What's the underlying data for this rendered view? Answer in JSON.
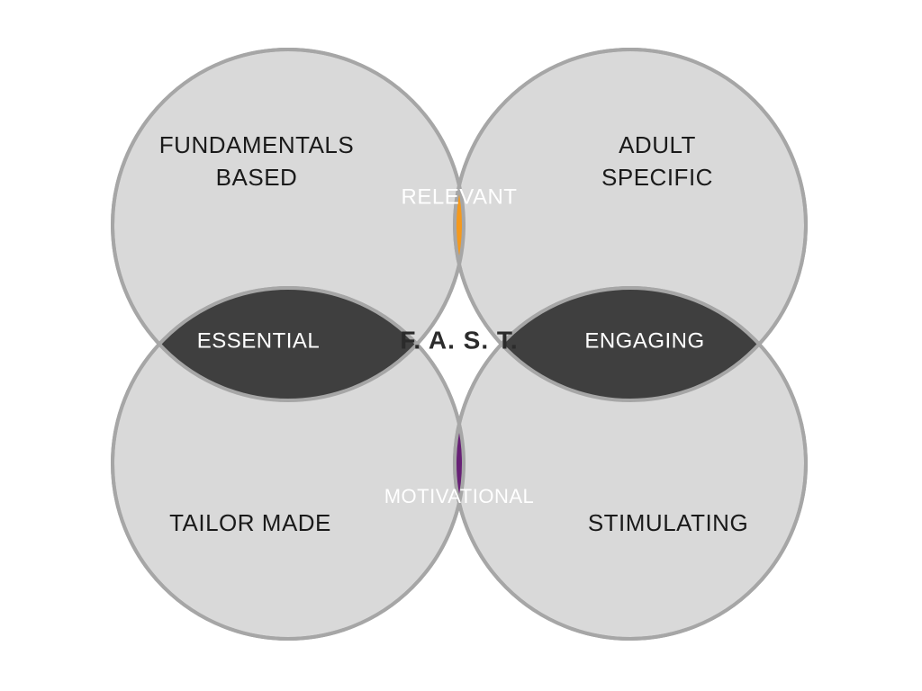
{
  "outer_labels": {
    "top_left": [
      "FUNDAMENTALS",
      "BASED"
    ],
    "top_right": [
      "ADULT",
      "SPECIFIC"
    ],
    "bottom_left": [
      "TAILOR MADE"
    ],
    "bottom_right": [
      "STIMULATING"
    ]
  },
  "petals": {
    "top": "RELEVANT",
    "left": "ESSENTIAL",
    "right": "ENGAGING",
    "bottom": "MOTIVATIONAL"
  },
  "center": "F. A. S. T.",
  "colors": {
    "circle_fill": "#d9d9d9",
    "circle_stroke": "#a6a6a6",
    "top_petal": "#f5991c",
    "side_petals": "#3f3f3f",
    "bottom_petal": "#661f75",
    "center_fill": "#ffffff"
  }
}
